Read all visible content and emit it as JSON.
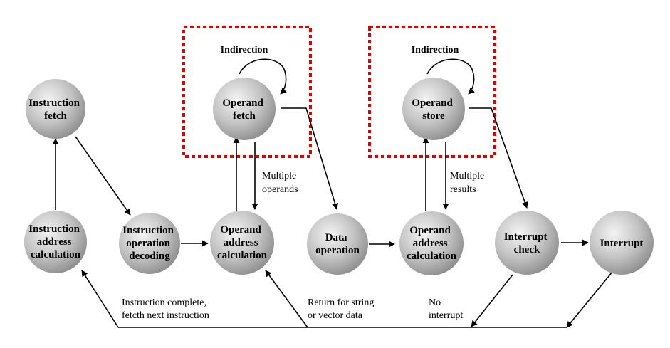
{
  "nodes": {
    "instruction_fetch": [
      "Instruction",
      "fetch"
    ],
    "instruction_address_calculation": [
      "Instruction",
      "address",
      "calculation"
    ],
    "instruction_operation_decoding": [
      "Instruction",
      "operation",
      "decoding"
    ],
    "operand_address_calculation_1": [
      "Operand",
      "address",
      "calculation"
    ],
    "operand_fetch": [
      "Operand",
      "fetch"
    ],
    "data_operation": [
      "Data",
      "operation"
    ],
    "operand_address_calculation_2": [
      "Operand",
      "address",
      "calculation"
    ],
    "operand_store": [
      "Operand",
      "store"
    ],
    "interrupt_check": [
      "Interrupt",
      "check"
    ],
    "interrupt": [
      "Interrupt"
    ]
  },
  "indirection": {
    "left_title": "Indirection",
    "right_title": "Indirection"
  },
  "notes": {
    "multiple_operands": [
      "Multiple",
      "operands"
    ],
    "multiple_results": [
      "Multiple",
      "results"
    ],
    "instruction_complete": [
      "Instruction complete,",
      "fetcth next instruction"
    ],
    "return_for_string": [
      "Return for string",
      "or vector data"
    ],
    "no_interrupt": [
      "No",
      "interrupt"
    ]
  },
  "colors": {
    "indirection_box": "#e00000",
    "node_light": "#f4f4f4",
    "node_dark": "#8c8c8c"
  }
}
